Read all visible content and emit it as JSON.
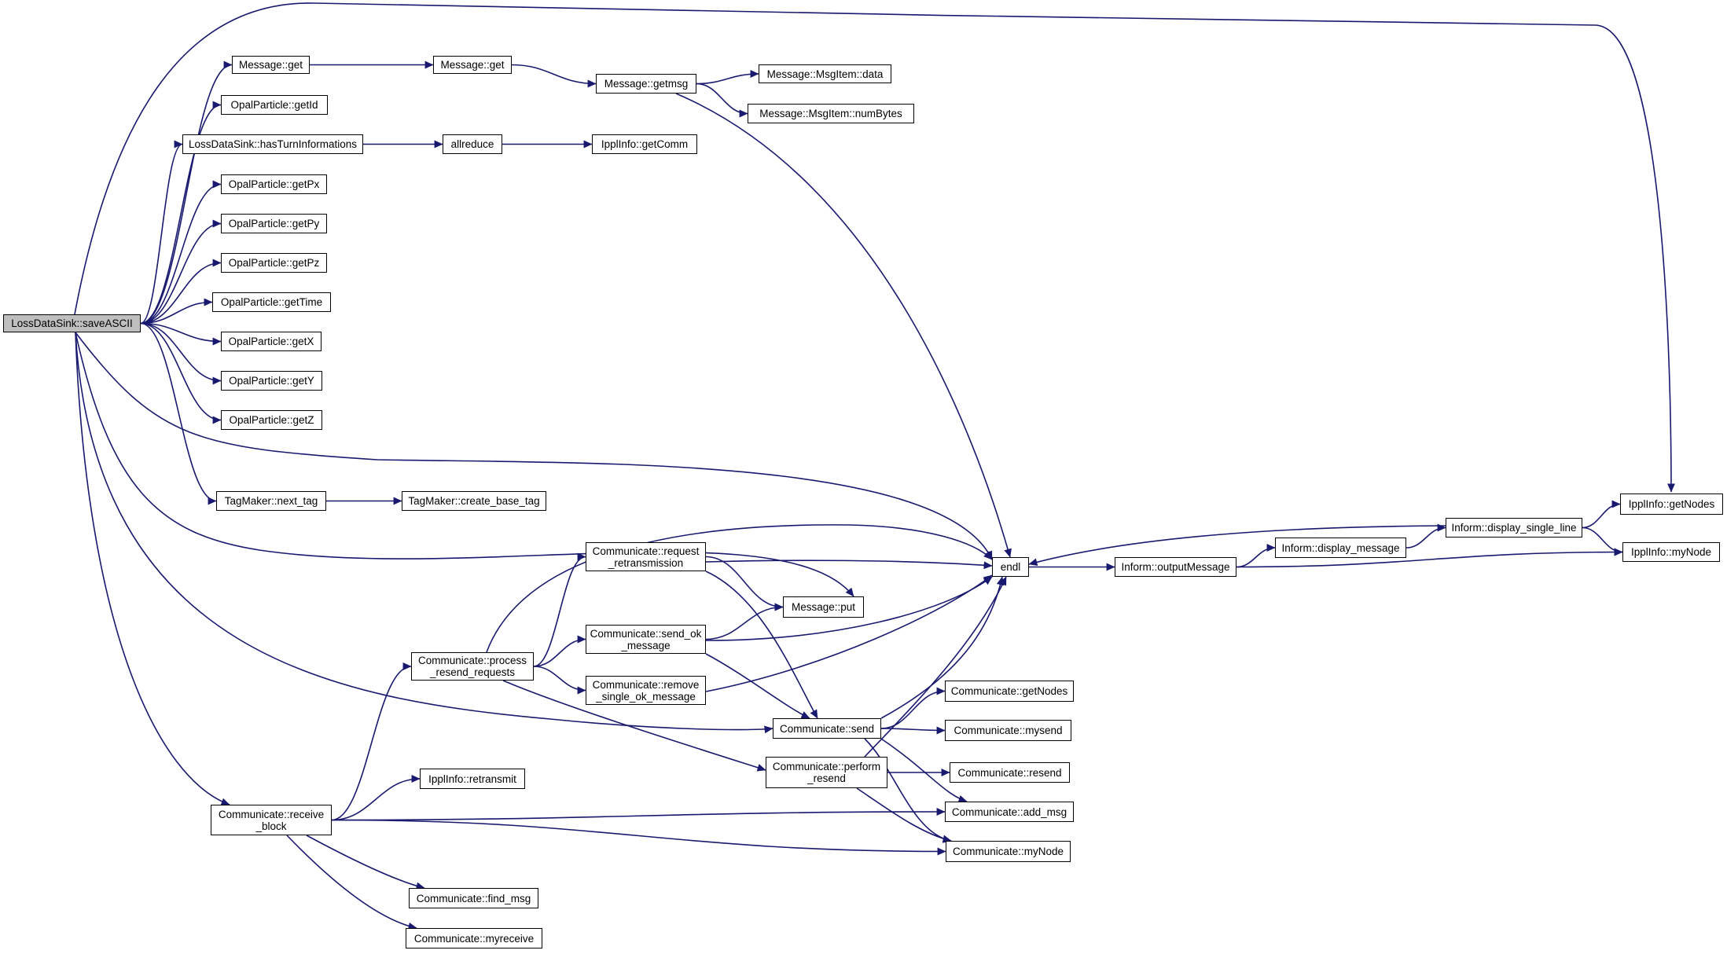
{
  "colors": {
    "edge": "#191970",
    "node_border": "#000000",
    "root_fill": "#bfbfbf",
    "node_fill": "#ffffff"
  },
  "nodes": [
    {
      "id": "root",
      "label": "LossDataSink::saveASCII",
      "root": true
    },
    {
      "id": "msg_get1",
      "label": "Message::get"
    },
    {
      "id": "msg_get2",
      "label": "Message::get"
    },
    {
      "id": "msg_getmsg",
      "label": "Message::getmsg"
    },
    {
      "id": "msgitem_data",
      "label": "Message::MsgItem::data"
    },
    {
      "id": "msgitem_numbytes",
      "label": "Message::MsgItem::numBytes"
    },
    {
      "id": "opal_getid",
      "label": "OpalParticle::getId"
    },
    {
      "id": "lds_hasturn",
      "label": "LossDataSink::hasTurnInformations"
    },
    {
      "id": "allreduce",
      "label": "allreduce"
    },
    {
      "id": "ippl_getcomm",
      "label": "IpplInfo::getComm"
    },
    {
      "id": "opal_getpx",
      "label": "OpalParticle::getPx"
    },
    {
      "id": "opal_getpy",
      "label": "OpalParticle::getPy"
    },
    {
      "id": "opal_getpz",
      "label": "OpalParticle::getPz"
    },
    {
      "id": "opal_gettime",
      "label": "OpalParticle::getTime"
    },
    {
      "id": "opal_getx",
      "label": "OpalParticle::getX"
    },
    {
      "id": "opal_gety",
      "label": "OpalParticle::getY"
    },
    {
      "id": "opal_getz",
      "label": "OpalParticle::getZ"
    },
    {
      "id": "tag_next",
      "label": "TagMaker::next_tag"
    },
    {
      "id": "tag_create",
      "label": "TagMaker::create_base_tag"
    },
    {
      "id": "ippl_getnodes",
      "label": "IpplInfo::getNodes"
    },
    {
      "id": "inform_dsl",
      "label": "Inform::display_single_line"
    },
    {
      "id": "ippl_mynode",
      "label": "IpplInfo::myNode"
    },
    {
      "id": "inform_dm",
      "label": "Inform::display_message"
    },
    {
      "id": "endl",
      "label": "endl"
    },
    {
      "id": "inform_out",
      "label": "Inform::outputMessage"
    },
    {
      "id": "comm_reqretrans",
      "label": "Communicate::request\n_retransmission"
    },
    {
      "id": "msg_put",
      "label": "Message::put"
    },
    {
      "id": "comm_sendok",
      "label": "Communicate::send_ok\n_message"
    },
    {
      "id": "comm_procresend",
      "label": "Communicate::process\n_resend_requests"
    },
    {
      "id": "comm_removeok",
      "label": "Communicate::remove\n_single_ok_message"
    },
    {
      "id": "comm_getnodes",
      "label": "Communicate::getNodes"
    },
    {
      "id": "comm_send",
      "label": "Communicate::send"
    },
    {
      "id": "comm_mysend",
      "label": "Communicate::mysend"
    },
    {
      "id": "comm_perfresend",
      "label": "Communicate::perform\n_resend"
    },
    {
      "id": "comm_resend",
      "label": "Communicate::resend"
    },
    {
      "id": "ippl_retransmit",
      "label": "IpplInfo::retransmit"
    },
    {
      "id": "comm_recvblock",
      "label": "Communicate::receive\n_block"
    },
    {
      "id": "comm_addmsg",
      "label": "Communicate::add_msg"
    },
    {
      "id": "comm_mynode",
      "label": "Communicate::myNode"
    },
    {
      "id": "comm_findmsg",
      "label": "Communicate::find_msg"
    },
    {
      "id": "comm_myreceive",
      "label": "Communicate::myreceive"
    }
  ],
  "edges": [
    {
      "from": "root",
      "to": "msg_get1"
    },
    {
      "from": "root",
      "to": "opal_getid"
    },
    {
      "from": "root",
      "to": "lds_hasturn"
    },
    {
      "from": "root",
      "to": "opal_getpx"
    },
    {
      "from": "root",
      "to": "opal_getpy"
    },
    {
      "from": "root",
      "to": "opal_getpz"
    },
    {
      "from": "root",
      "to": "opal_gettime"
    },
    {
      "from": "root",
      "to": "opal_getx"
    },
    {
      "from": "root",
      "to": "opal_gety"
    },
    {
      "from": "root",
      "to": "opal_getz"
    },
    {
      "from": "root",
      "to": "tag_next"
    },
    {
      "from": "root",
      "to": "endl"
    },
    {
      "from": "root",
      "to": "msg_put"
    },
    {
      "from": "root",
      "to": "comm_send"
    },
    {
      "from": "root",
      "to": "comm_recvblock"
    },
    {
      "from": "root",
      "to": "ippl_getnodes"
    },
    {
      "from": "msg_get1",
      "to": "msg_get2"
    },
    {
      "from": "msg_get2",
      "to": "msg_getmsg"
    },
    {
      "from": "msg_getmsg",
      "to": "msgitem_data"
    },
    {
      "from": "msg_getmsg",
      "to": "msgitem_numbytes"
    },
    {
      "from": "msg_getmsg",
      "to": "endl"
    },
    {
      "from": "lds_hasturn",
      "to": "allreduce"
    },
    {
      "from": "allreduce",
      "to": "ippl_getcomm"
    },
    {
      "from": "tag_next",
      "to": "tag_create"
    },
    {
      "from": "endl",
      "to": "inform_out"
    },
    {
      "from": "inform_out",
      "to": "inform_dm"
    },
    {
      "from": "inform_out",
      "to": "ippl_mynode"
    },
    {
      "from": "inform_dm",
      "to": "inform_dsl"
    },
    {
      "from": "inform_dsl",
      "to": "ippl_getnodes"
    },
    {
      "from": "inform_dsl",
      "to": "ippl_mynode"
    },
    {
      "from": "inform_dsl",
      "to": "endl"
    },
    {
      "from": "comm_recvblock",
      "to": "comm_procresend"
    },
    {
      "from": "comm_recvblock",
      "to": "ippl_retransmit"
    },
    {
      "from": "comm_recvblock",
      "to": "comm_addmsg"
    },
    {
      "from": "comm_recvblock",
      "to": "comm_mynode"
    },
    {
      "from": "comm_recvblock",
      "to": "comm_findmsg"
    },
    {
      "from": "comm_recvblock",
      "to": "comm_myreceive"
    },
    {
      "from": "comm_procresend",
      "to": "endl"
    },
    {
      "from": "comm_procresend",
      "to": "comm_reqretrans"
    },
    {
      "from": "comm_procresend",
      "to": "comm_sendok"
    },
    {
      "from": "comm_procresend",
      "to": "comm_removeok"
    },
    {
      "from": "comm_procresend",
      "to": "comm_perfresend"
    },
    {
      "from": "comm_reqretrans",
      "to": "endl"
    },
    {
      "from": "comm_reqretrans",
      "to": "msg_put"
    },
    {
      "from": "comm_reqretrans",
      "to": "comm_send"
    },
    {
      "from": "comm_sendok",
      "to": "msg_put"
    },
    {
      "from": "comm_sendok",
      "to": "endl"
    },
    {
      "from": "comm_sendok",
      "to": "comm_send"
    },
    {
      "from": "comm_removeok",
      "to": "endl"
    },
    {
      "from": "comm_send",
      "to": "endl"
    },
    {
      "from": "comm_send",
      "to": "comm_getnodes"
    },
    {
      "from": "comm_send",
      "to": "comm_mysend"
    },
    {
      "from": "comm_send",
      "to": "comm_addmsg"
    },
    {
      "from": "comm_send",
      "to": "comm_mynode"
    },
    {
      "from": "comm_perfresend",
      "to": "endl"
    },
    {
      "from": "comm_perfresend",
      "to": "comm_resend"
    },
    {
      "from": "comm_perfresend",
      "to": "comm_mynode"
    }
  ]
}
